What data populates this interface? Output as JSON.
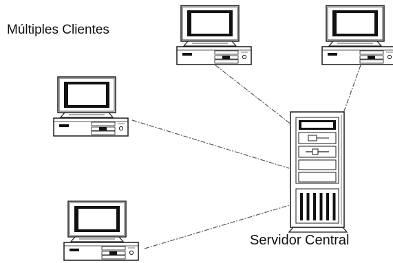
{
  "labels": {
    "clients": "Múltiples Clientes",
    "server": "Servidor Central"
  },
  "nodes": {
    "clients": [
      {
        "id": "client-top-middle",
        "icon": "desktop-computer-icon"
      },
      {
        "id": "client-top-right",
        "icon": "desktop-computer-icon"
      },
      {
        "id": "client-middle-left",
        "icon": "desktop-computer-icon"
      },
      {
        "id": "client-bottom-left",
        "icon": "desktop-computer-icon"
      }
    ],
    "server": {
      "id": "central-server",
      "icon": "server-tower-icon"
    }
  },
  "connections": [
    {
      "from": "client-top-middle",
      "to": "central-server",
      "style": "dashed"
    },
    {
      "from": "client-top-right",
      "to": "central-server",
      "style": "dashed"
    },
    {
      "from": "client-middle-left",
      "to": "central-server",
      "style": "dashed"
    },
    {
      "from": "client-bottom-left",
      "to": "central-server",
      "style": "dashed"
    }
  ],
  "colors": {
    "line": "#555555",
    "outline": "#1a1a1a",
    "screen": "#111111",
    "fill": "#ffffff",
    "shade": "#bbbbbb"
  }
}
